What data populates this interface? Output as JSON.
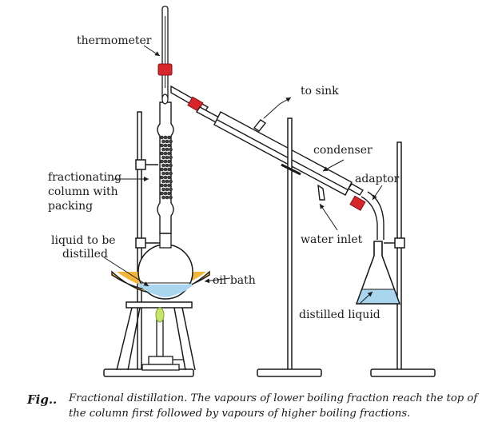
{
  "labels": {
    "thermometer": "thermometer",
    "to_sink": "to sink",
    "condenser": "condenser",
    "adaptor": "adaptor",
    "fractionating_1": "fractionating",
    "fractionating_2": "column with",
    "fractionating_3": "packing",
    "liquid_1": "liquid to be",
    "liquid_2": "distilled",
    "water_inlet": "water inlet",
    "oil_bath": "oil bath",
    "distilled_liquid": "distilled liquid"
  },
  "caption": {
    "fig": "Fig..",
    "text": "Fractional distillation. The vapours of lower boiling fraction reach the top of the column first followed by vapours of higher boiling fractions."
  },
  "colors": {
    "stopper": "#d7262b",
    "oil": "#f2b63c",
    "liquid": "#a9d6ee",
    "flame": "#c8e36a"
  }
}
